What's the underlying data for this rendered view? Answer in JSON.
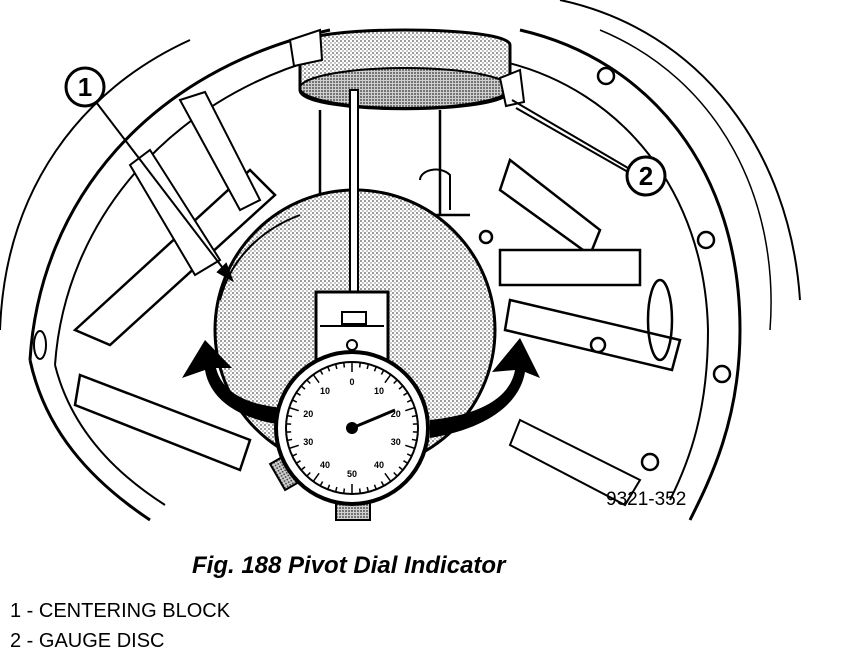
{
  "callouts": [
    {
      "number": "1",
      "label": "CENTERING BLOCK"
    },
    {
      "number": "2",
      "label": "GAUGE DISC"
    }
  ],
  "reference_code": "9321-352",
  "caption": "Fig. 188 Pivot Dial Indicator",
  "dial_labels": [
    "10",
    "0",
    "10",
    "20",
    "30",
    "40",
    "50",
    "40",
    "30",
    "20"
  ],
  "legend": [
    "1 - CENTERING BLOCK",
    "2 - GAUGE DISC"
  ],
  "colors": {
    "ink": "#000000",
    "paper": "#ffffff",
    "stipple": "#bdbdbd"
  }
}
